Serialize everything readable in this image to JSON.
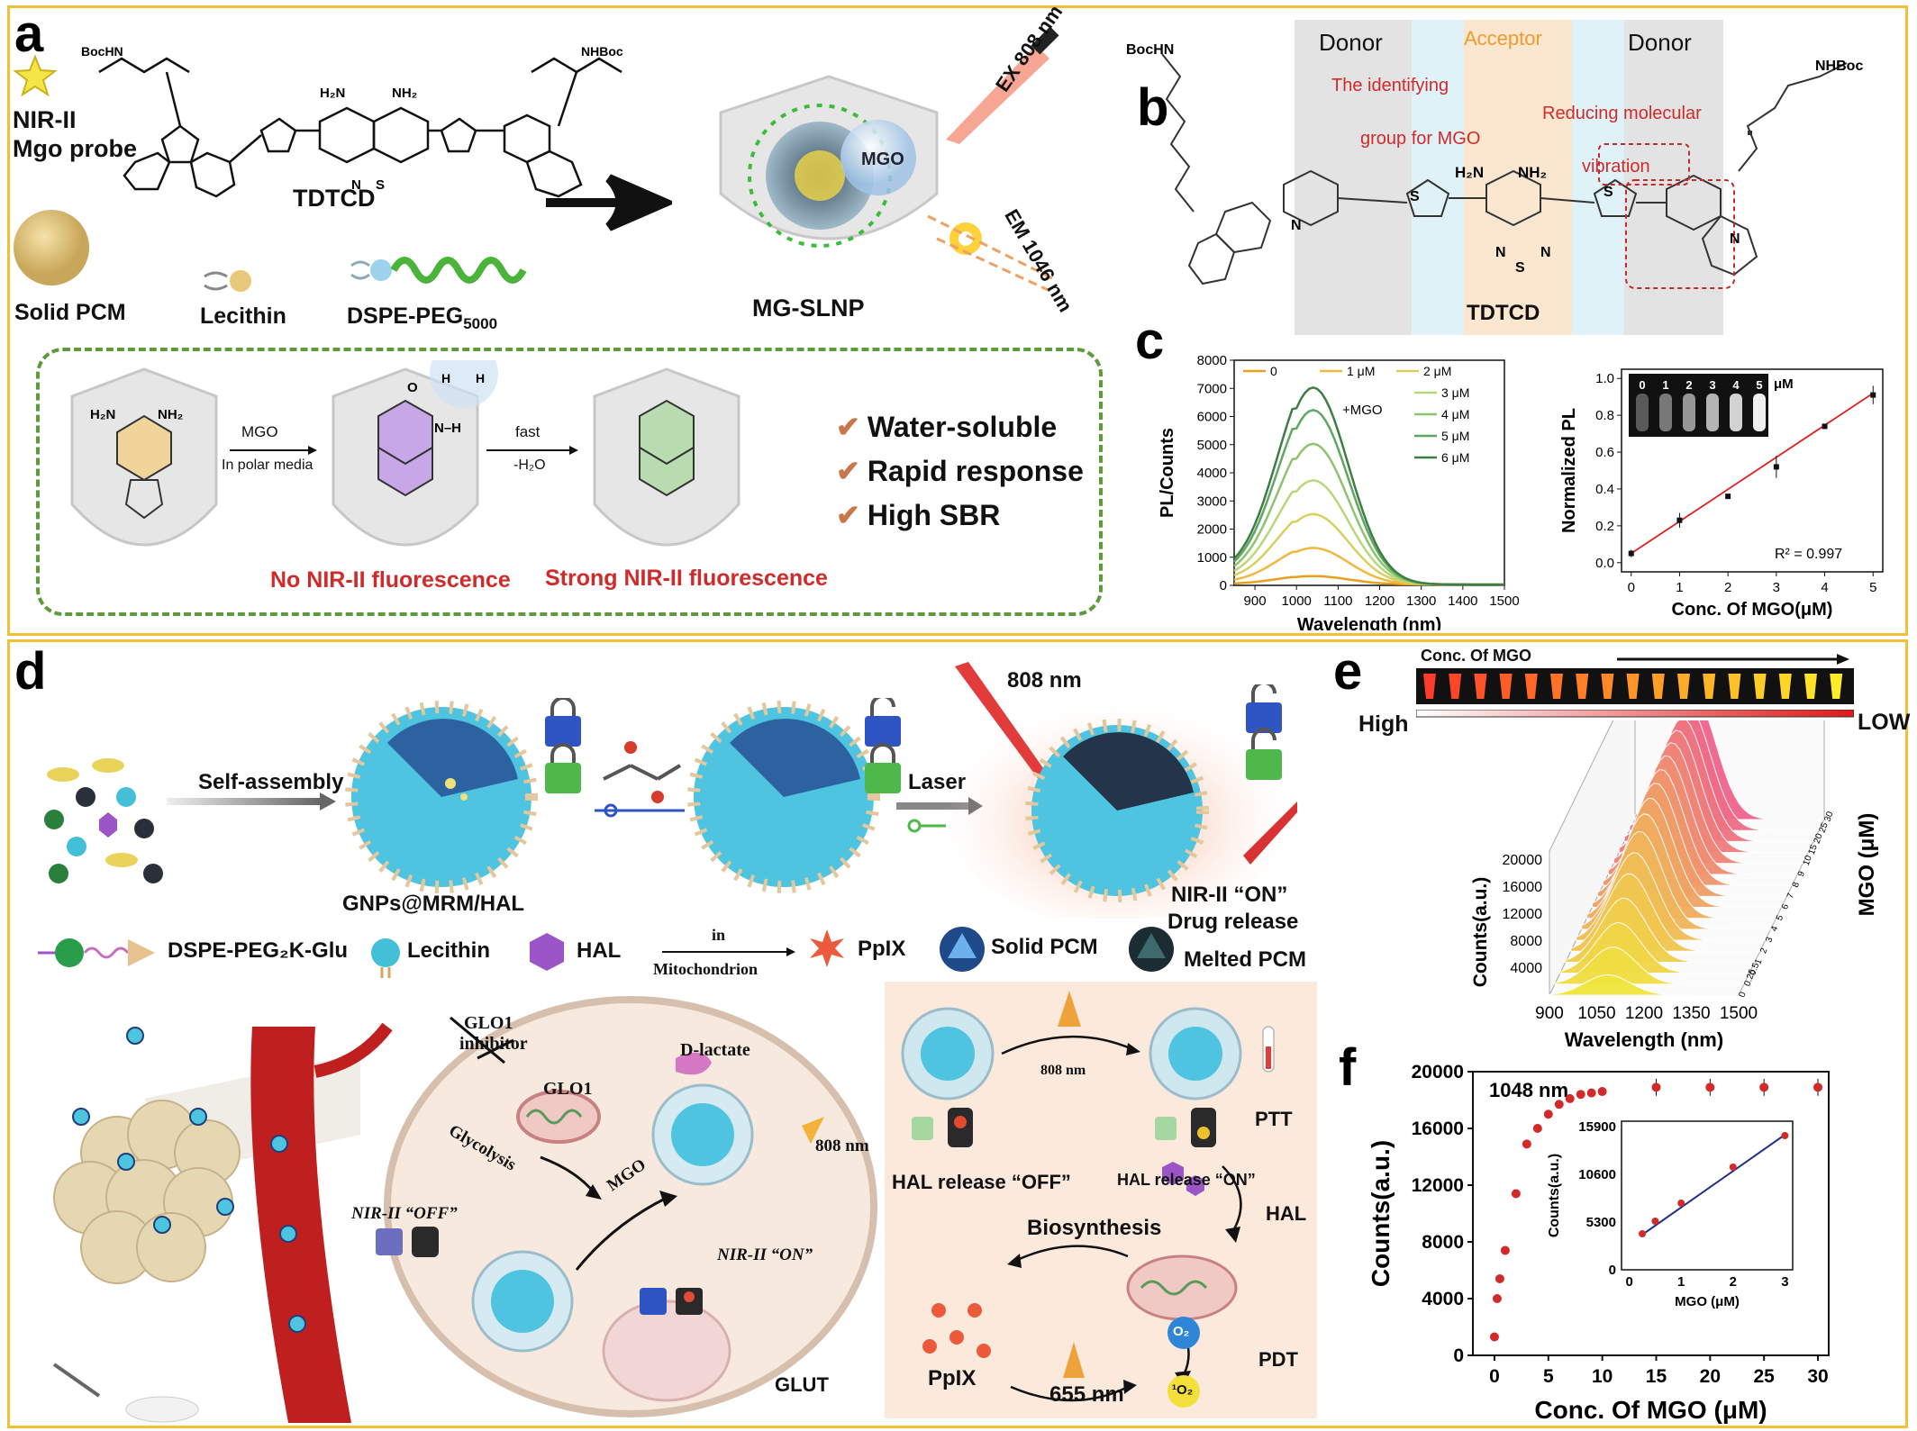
{
  "panel_letters": {
    "a": "a",
    "b": "b",
    "c": "c",
    "d": "d",
    "e": "e",
    "f": "f"
  },
  "panel_a": {
    "probe_label_1": "NIR-II",
    "probe_label_2": "Mgo probe",
    "bochn": "BocHN",
    "nhboc": "NHBoc",
    "molecule": "TDTCD",
    "solid_pcm": "Solid PCM",
    "lecithin": "Lecithin",
    "dspe_peg": "DSPE-PEG",
    "dspe_sub": "5000",
    "mg_slnp": "MG-SLNP",
    "mgo": "MGO",
    "ex": "EX 808 nm",
    "em": "EM 1046 nm",
    "reaction_reagent": "MGO",
    "reaction_condition": "In polar media",
    "fast": "fast",
    "minus_h2o": "-H₂O",
    "no_fluor": "No NIR-II fluorescence",
    "strong_fluor": "Strong NIR-II fluorescence",
    "features": [
      "Water-soluble",
      "Rapid response",
      "High SBR"
    ]
  },
  "panel_b": {
    "donor_left": "Donor",
    "acceptor": "Acceptor",
    "donor_right": "Donor",
    "identify_1": "The identifying",
    "identify_2": "group for MGO",
    "reduce_1": "Reducing molecular",
    "reduce_2": "vibration",
    "bochn": "BocHN",
    "nhboc": "NHBoc",
    "molecule": "TDTCD"
  },
  "panel_d": {
    "self_assembly": "Self-assembly",
    "laser": "Laser",
    "nm808": "808 nm",
    "gnps": "GNPs@MRM/HAL",
    "nir_on": "NIR-II “ON”",
    "drug_release": "Drug release",
    "legend": [
      "DSPE-PEG₂K-Glu",
      "Lecithin",
      "HAL",
      "PpIX",
      "Solid PCM",
      "Melted PCM"
    ],
    "in": "in",
    "mito": "Mitochondrion",
    "glo1_inhibitor_1": "GLO1",
    "glo1_inhibitor_2": "inhibitor",
    "glo1": "GLO1",
    "dlactate": "D-lactate",
    "glycolysis": "Glycolysis",
    "mgo": "MGO",
    "cell_808": "808 nm",
    "nir_off": "NIR-II “OFF”",
    "nir_on2": "NIR-II “ON”",
    "glut": "GLUT",
    "right_808": "808 nm",
    "ptt": "PTT",
    "hal_off": "HAL release “OFF”",
    "hal_on": "HAL release “ON”",
    "hal": "HAL",
    "biosynthesis": "Biosynthesis",
    "ppix": "PpIX",
    "pdt": "PDT",
    "nm655": "655 nm",
    "o2": "O₂",
    "singlet": "¹O₂"
  },
  "panel_e": {
    "conc_label": "Conc. Of MGO",
    "high": "High",
    "low": "LOW"
  },
  "chart_data": [
    {
      "id": "c_left",
      "type": "line",
      "xlabel": "Wavelength (nm)",
      "ylabel": "PL/Counts",
      "xlim": [
        850,
        1500
      ],
      "ylim": [
        0,
        8000
      ],
      "xticks": [
        "900",
        "1000",
        "1100",
        "1200",
        "1300",
        "1400",
        "1500"
      ],
      "yticks": [
        "0",
        "1000",
        "2000",
        "3000",
        "4000",
        "5000",
        "6000",
        "7000",
        "8000"
      ],
      "annotation": "+MGO",
      "peak_x": 1040,
      "series": [
        {
          "name": "0",
          "peak": 300,
          "color": "#e8a020"
        },
        {
          "name": "1 μM",
          "peak": 1300,
          "color": "#f0b840"
        },
        {
          "name": "2 μM",
          "peak": 2500,
          "color": "#d8cf60"
        },
        {
          "name": "3 μM",
          "peak": 3700,
          "color": "#b7d77a"
        },
        {
          "name": "4 μM",
          "peak": 5000,
          "color": "#8cc46e"
        },
        {
          "name": "5 μM",
          "peak": 6200,
          "color": "#5fa760"
        },
        {
          "name": "6 μM",
          "peak": 7000,
          "color": "#3f7d45"
        }
      ]
    },
    {
      "id": "c_right",
      "type": "scatter",
      "xlabel": "Conc. Of MGO(μM)",
      "ylabel": "Normalized PL",
      "xlim": [
        -0.2,
        5.2
      ],
      "ylim": [
        -0.05,
        1.05
      ],
      "xticks": [
        "0",
        "1",
        "2",
        "3",
        "4",
        "5"
      ],
      "yticks": [
        "0.0",
        "0.2",
        "0.4",
        "0.6",
        "0.8",
        "1.0"
      ],
      "inset_labels": [
        "0",
        "1",
        "2",
        "3",
        "4",
        "5"
      ],
      "inset_unit": "μM",
      "r2": "R² = 0.997",
      "x": [
        0,
        1,
        2,
        3,
        4,
        5
      ],
      "y": [
        0.05,
        0.23,
        0.36,
        0.52,
        0.74,
        0.91
      ],
      "err": [
        0.02,
        0.04,
        0.01,
        0.06,
        0.005,
        0.05
      ]
    },
    {
      "id": "e",
      "type": "area",
      "xlabel": "Wavelength (nm)",
      "ylabel": "Counts(a.u.)",
      "zlabel": "MGO (μM)",
      "xticks": [
        "900",
        "1050",
        "1200",
        "1350",
        "1500"
      ],
      "yticks": [
        "4000",
        "8000",
        "12000",
        "16000",
        "20000"
      ],
      "zticks": [
        "0",
        "0.25",
        "0.5",
        "1",
        "2",
        "3",
        "4",
        "5",
        "6",
        "7",
        "8",
        "9",
        "10",
        "15",
        "20",
        "25",
        "30"
      ],
      "series_peaks": [
        3000,
        5500,
        7500,
        9500,
        11500,
        13000,
        14500,
        15500,
        16200,
        16800,
        17200,
        17600,
        17900,
        18100,
        18300,
        18400,
        18500
      ]
    },
    {
      "id": "f",
      "type": "scatter",
      "xlabel": "Conc. Of MGO (μM)",
      "ylabel": "Counts(a.u.)",
      "annotation": "1048 nm",
      "xlim": [
        -2,
        31
      ],
      "ylim": [
        0,
        20000
      ],
      "xticks": [
        "0",
        "5",
        "10",
        "15",
        "20",
        "25",
        "30"
      ],
      "yticks": [
        "0",
        "4000",
        "8000",
        "12000",
        "16000",
        "20000"
      ],
      "x": [
        0,
        0.25,
        0.5,
        1,
        2,
        3,
        4,
        5,
        6,
        7,
        8,
        9,
        10,
        15,
        20,
        25,
        30
      ],
      "y": [
        1300,
        4000,
        5400,
        7400,
        11400,
        14900,
        16000,
        17000,
        17700,
        18100,
        18400,
        18500,
        18600,
        18900,
        18900,
        18900,
        18900
      ],
      "inset": {
        "xlabel": "MGO (μM)",
        "ylabel": "Counts(a.u.)",
        "xticks": [
          "0",
          "1",
          "2",
          "3"
        ],
        "yticks": [
          "0",
          "5300",
          "10600",
          "15900"
        ],
        "x": [
          0.25,
          0.5,
          1,
          2,
          3
        ],
        "y": [
          4000,
          5400,
          7400,
          11400,
          14900
        ]
      }
    }
  ]
}
